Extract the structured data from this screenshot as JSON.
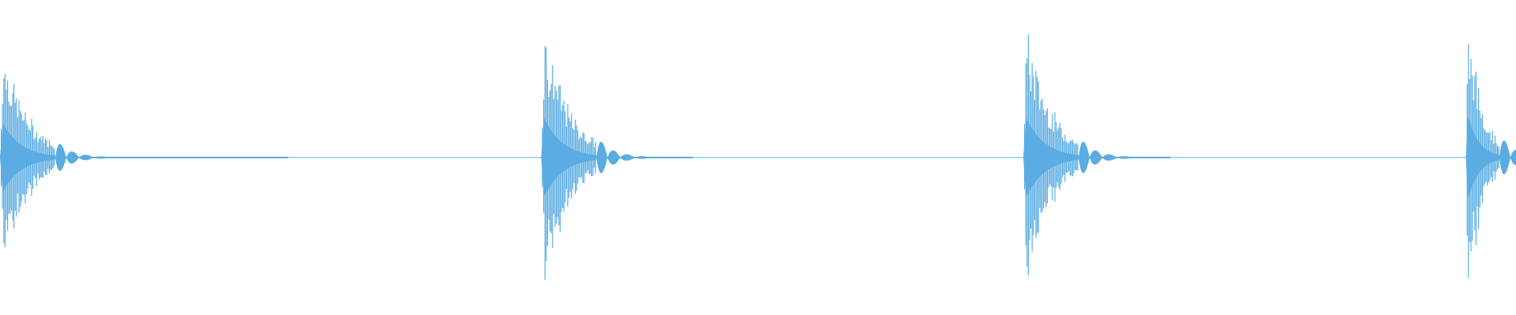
{
  "waveform": {
    "color": "#5aace2",
    "background": "#ffffff",
    "bursts": [
      {
        "onset": 0.0,
        "amplitude": 0.8,
        "length": 0.19
      },
      {
        "onset": 0.357,
        "amplitude": 0.93,
        "length": 0.1
      },
      {
        "onset": 0.675,
        "amplitude": 0.93,
        "length": 0.097
      },
      {
        "onset": 0.967,
        "amplitude": 1.0,
        "length": 0.04
      }
    ]
  }
}
